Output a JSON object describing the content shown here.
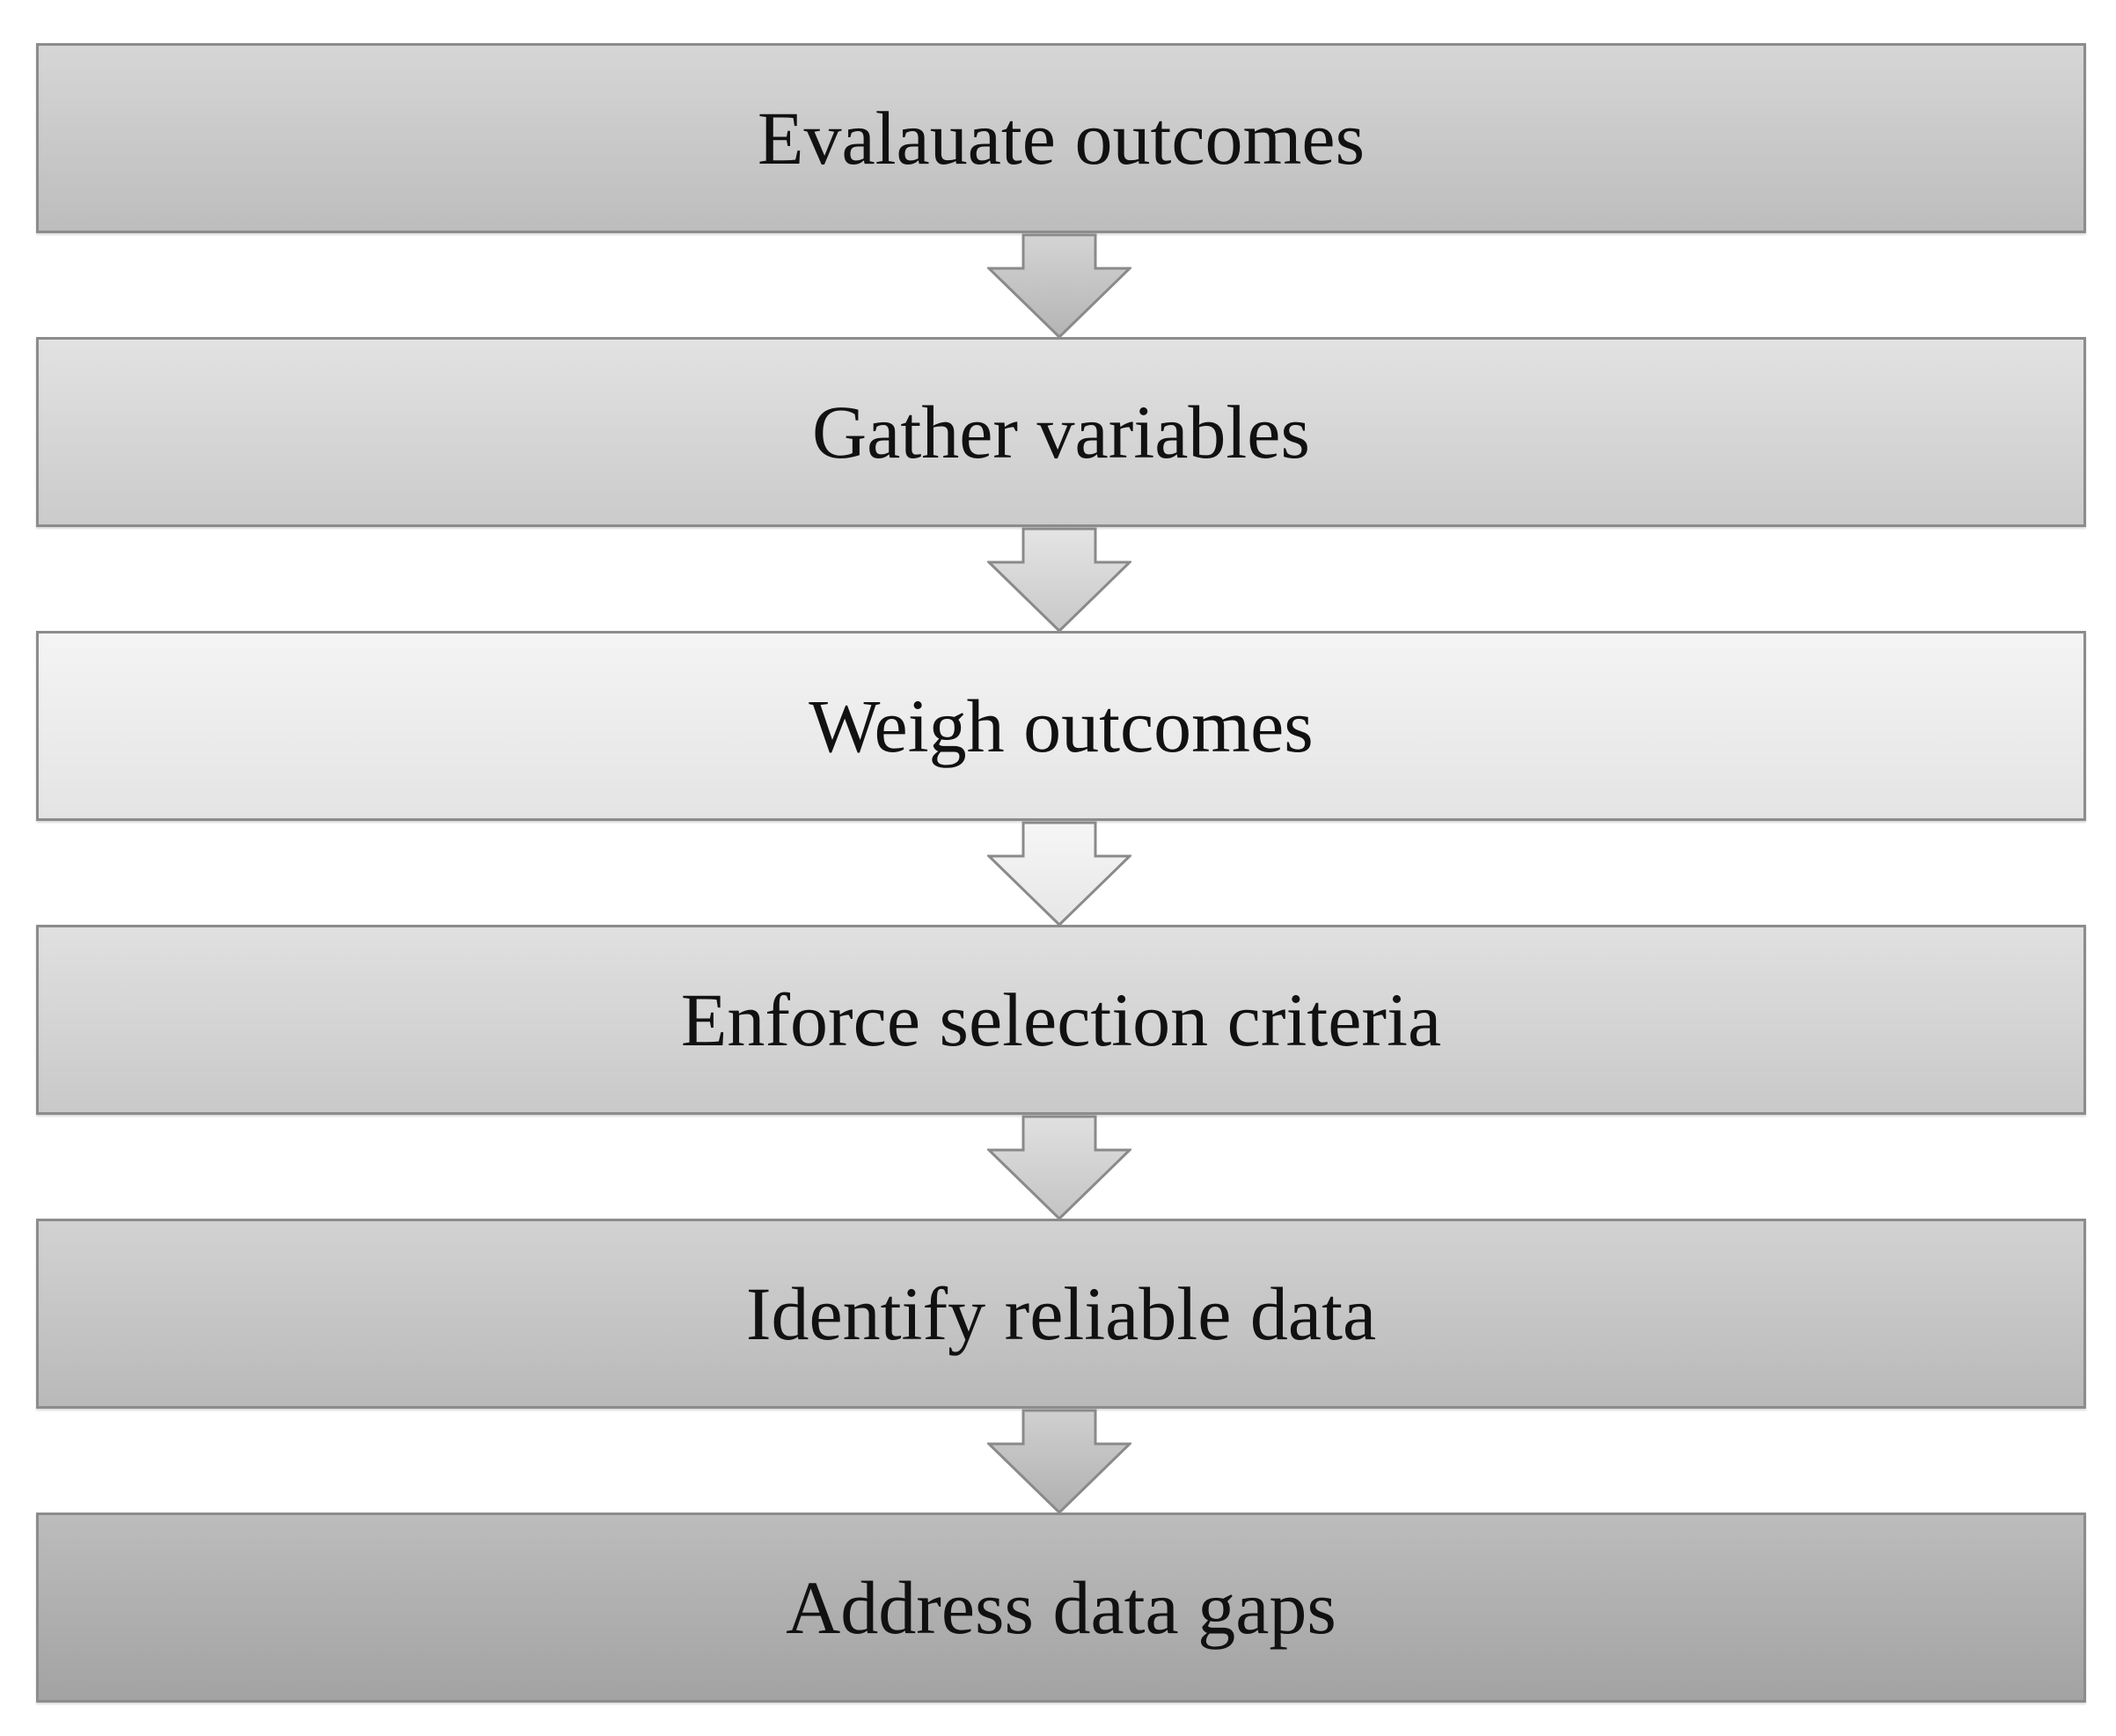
{
  "steps": [
    {
      "label": "Evalauate outcomes"
    },
    {
      "label": "Gather variables"
    },
    {
      "label": "Weigh outcomes"
    },
    {
      "label": "Enforce selection criteria"
    },
    {
      "label": "Identify reliable data"
    },
    {
      "label": "Address data gaps"
    }
  ],
  "colors": {
    "border": "#8c8c8c",
    "text": "#111111",
    "arrow_stroke": "#8a8a8a"
  }
}
